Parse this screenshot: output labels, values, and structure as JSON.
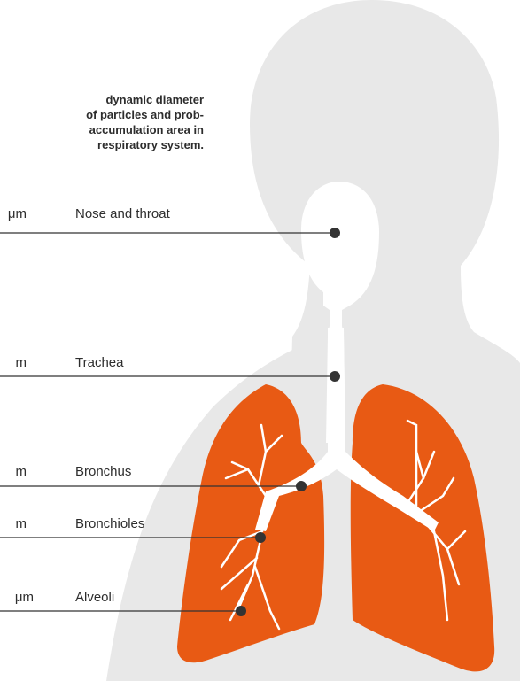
{
  "caption": "dynamic diameter\nof particles and prob-\naccumulation area in\nrespiratory system.",
  "labels": [
    {
      "size": "μm",
      "region": "Nose and throat"
    },
    {
      "size": "m",
      "region": "Trachea"
    },
    {
      "size": "m",
      "region": "Bronchus"
    },
    {
      "size": "m",
      "region": "Bronchioles"
    },
    {
      "size": "μm",
      "region": "Alveoli"
    }
  ],
  "colors": {
    "silhouette": "#e8e8e8",
    "lung": "#e85a14",
    "airway": "#ffffff",
    "leader": "#333333",
    "text": "#2d2d2d"
  }
}
